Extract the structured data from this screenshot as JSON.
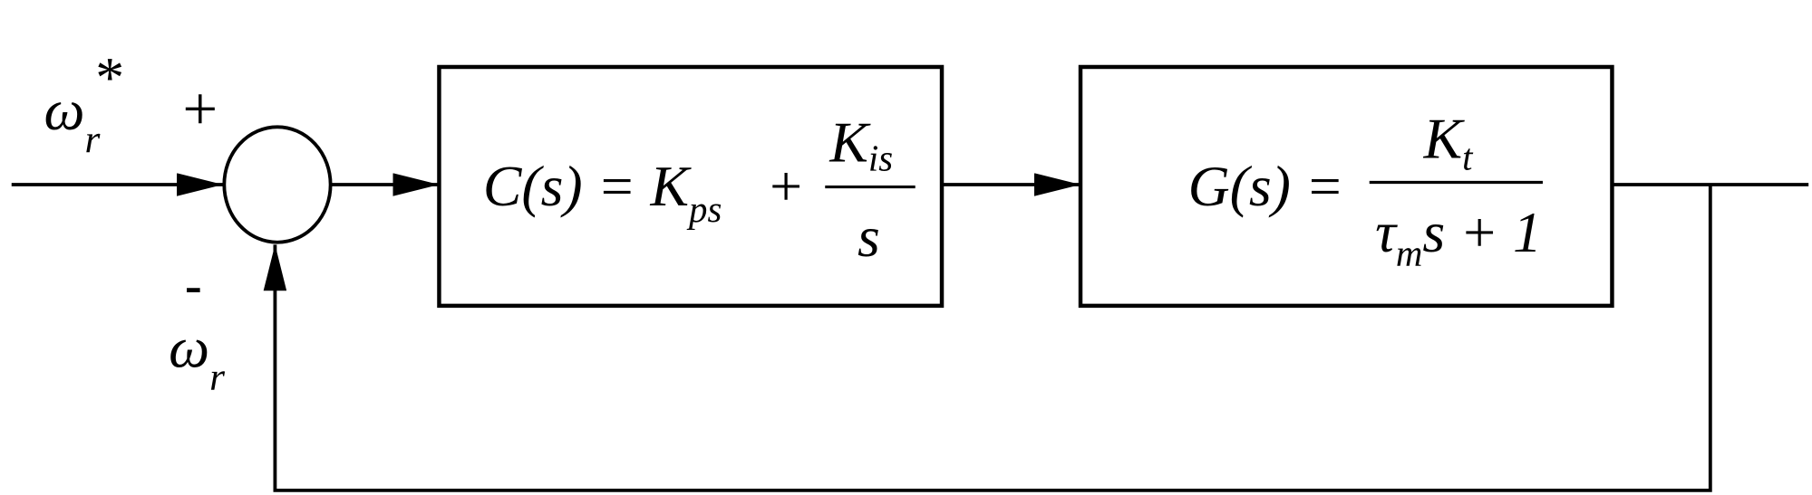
{
  "diagram": {
    "type": "block-diagram",
    "title": "Speed loop PI control",
    "input_label": {
      "symbol": "ω",
      "sub": "r",
      "sup": "*"
    },
    "feedback_label": {
      "symbol": "ω",
      "sub": "r"
    },
    "sum_signs": {
      "plus": "+",
      "minus": "-"
    },
    "controller": {
      "lhs": "C(s) = K",
      "lhs_sub": "ps",
      "plus": "+",
      "num": "K",
      "num_sub": "is",
      "den": "s"
    },
    "plant": {
      "lhs": "G(s) =",
      "num": "K",
      "num_sub": "t",
      "den_tau": "τ",
      "den_sub": "m",
      "den_rest": "s + 1"
    },
    "colors": {
      "line": "#000000",
      "background": "#ffffff"
    }
  }
}
